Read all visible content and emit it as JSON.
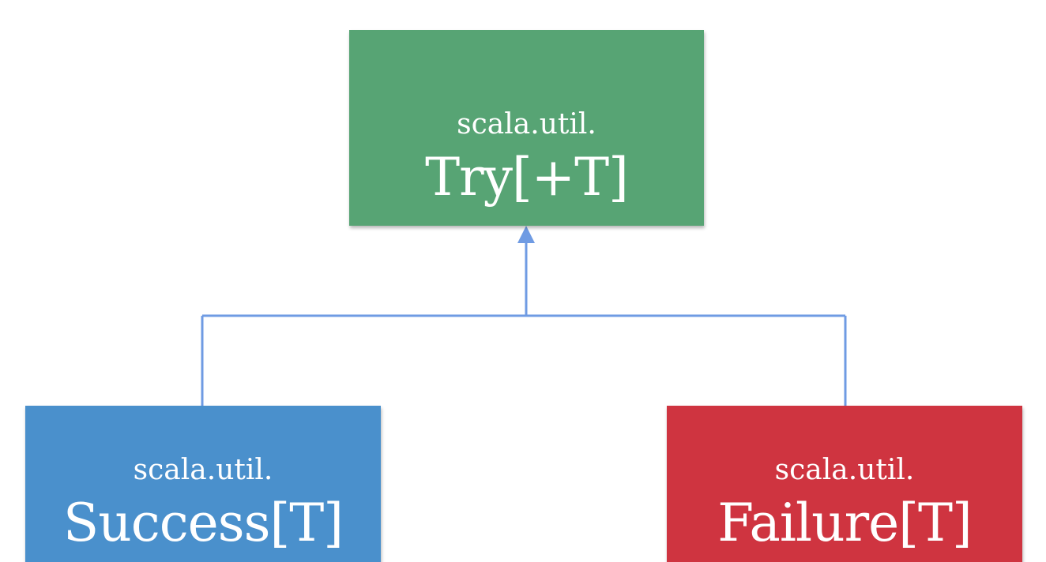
{
  "diagram": {
    "colors": {
      "background": "#ffffff",
      "connector": "#6f9be3"
    },
    "nodes": {
      "try": {
        "package": "scala.util.",
        "name": "Try[+T]",
        "color": "#57a474"
      },
      "success": {
        "package": "scala.util.",
        "name": "Success[T]",
        "color": "#4a90cc"
      },
      "failure": {
        "package": "scala.util.",
        "name": "Failure[T]",
        "color": "#cf3440"
      }
    },
    "edges": [
      {
        "from": "success",
        "to": "try",
        "relation": "inherits"
      },
      {
        "from": "failure",
        "to": "try",
        "relation": "inherits"
      }
    ]
  }
}
